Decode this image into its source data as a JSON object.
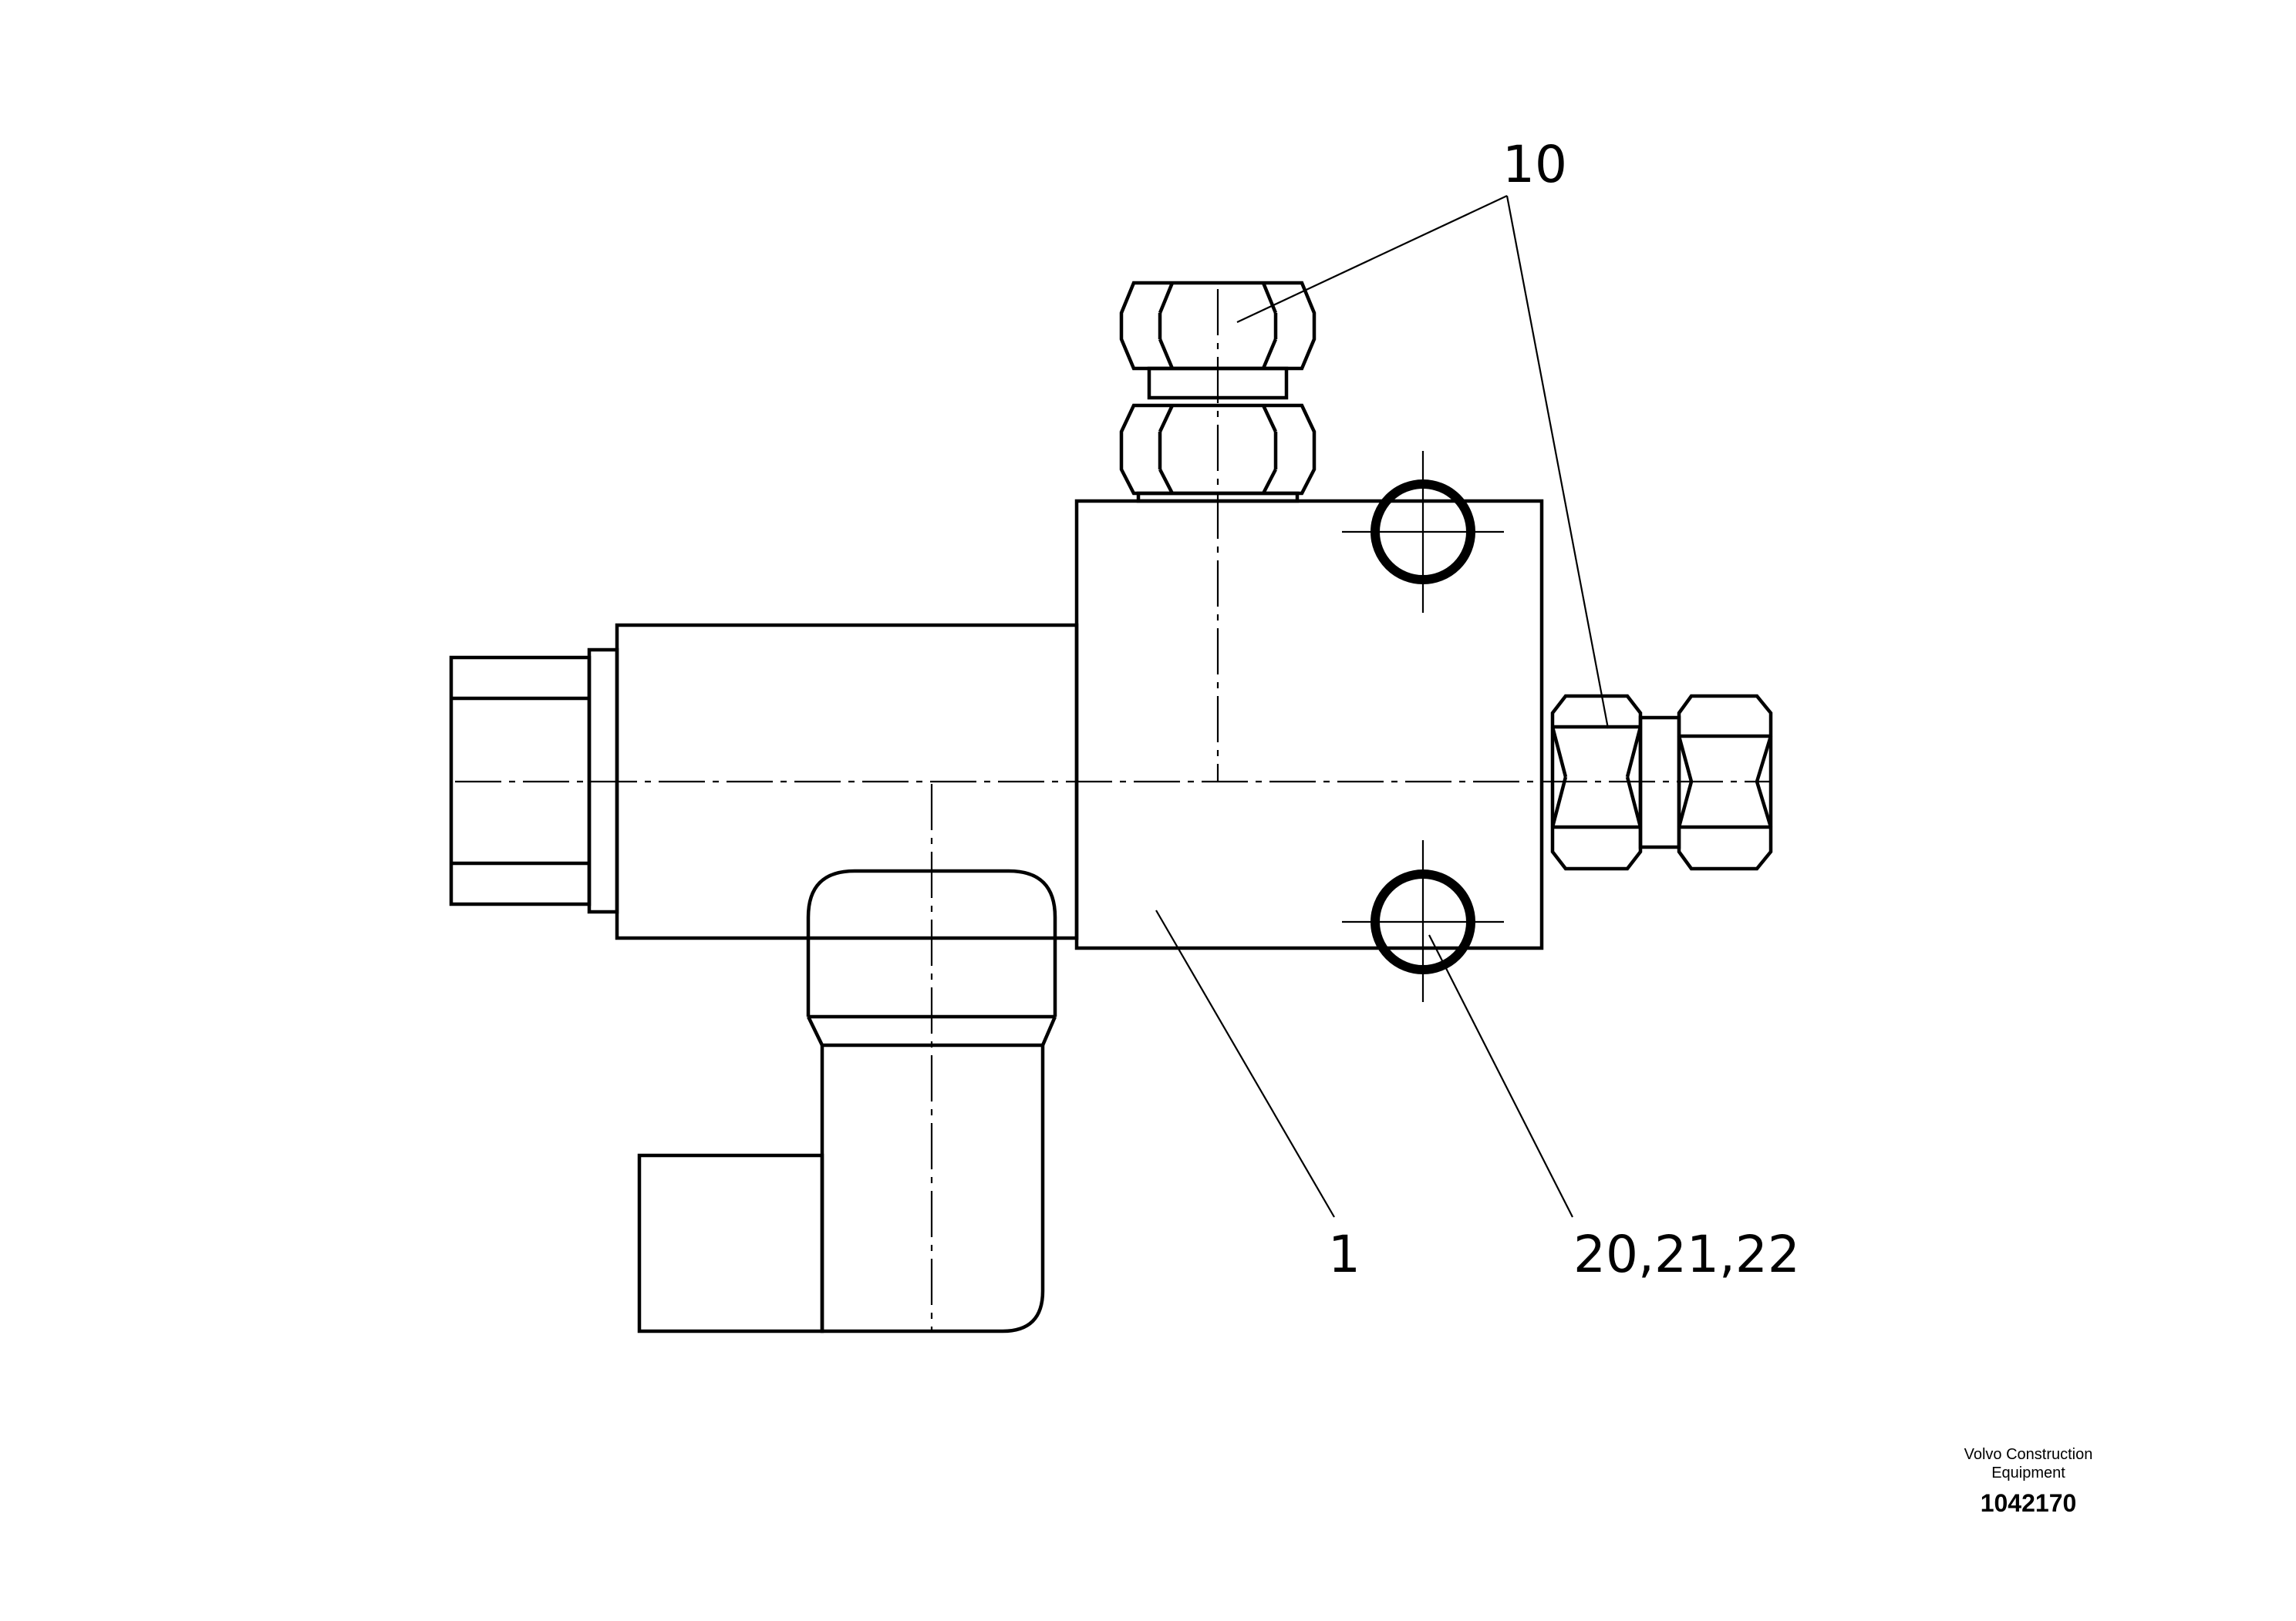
{
  "callouts": {
    "upper_fittings": "10",
    "valve_body": "1",
    "mounting_bolts": "20,21,22"
  },
  "footer": {
    "company": "Volvo Construction\nEquipment",
    "part_number": "1042170"
  }
}
